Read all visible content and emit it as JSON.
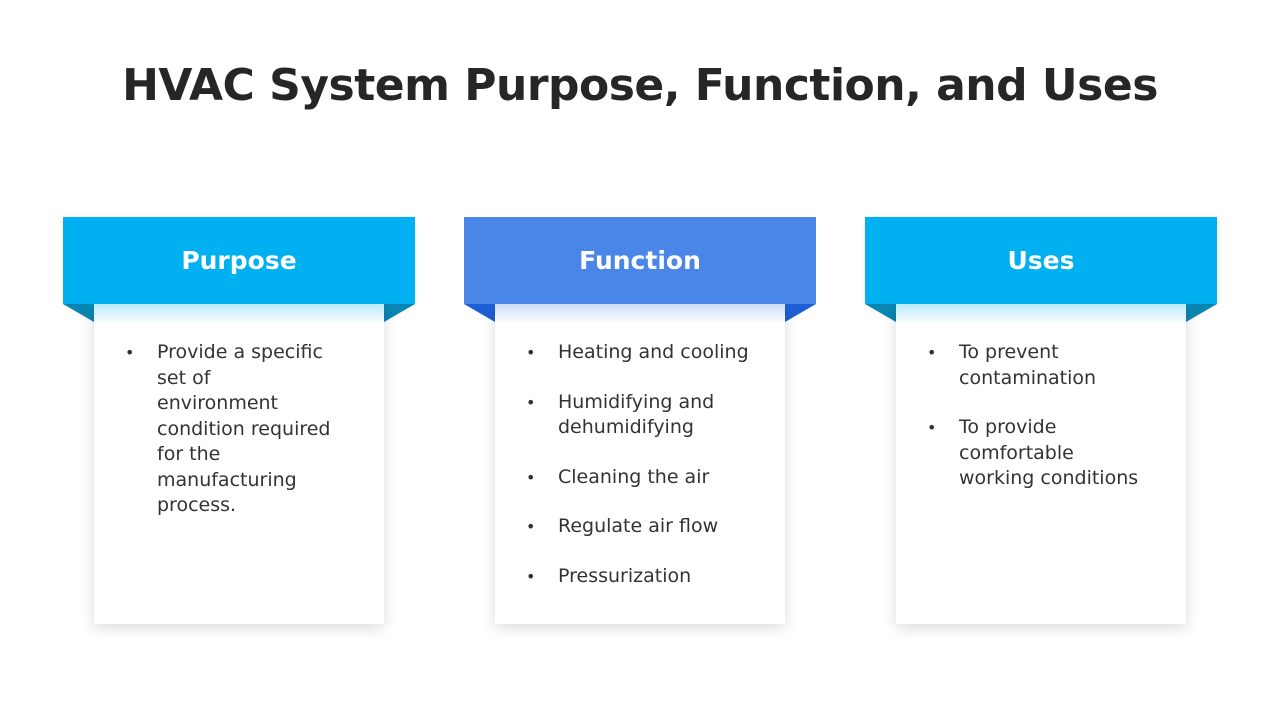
{
  "title": "HVAC System Purpose, Function, and Uses",
  "cards": [
    {
      "heading": "Purpose",
      "items": [
        "Provide a specific set of environment condition required for the manufacturing process."
      ]
    },
    {
      "heading": "Function",
      "items": [
        "Heating and cooling",
        "Humidifying and dehumidifying",
        "Cleaning the air",
        "Regulate air flow",
        "Pressurization"
      ]
    },
    {
      "heading": "Uses",
      "items": [
        "To prevent contamination",
        "To provide comfortable working conditions"
      ]
    }
  ],
  "colors": {
    "cyan": "#00b0f0",
    "cyan_dark": "#0b86b3",
    "blue": "#4a86e8",
    "blue_dark": "#1f5fd6",
    "title_text": "#262626",
    "body_text": "#333333"
  },
  "bullet_glyph": "•"
}
